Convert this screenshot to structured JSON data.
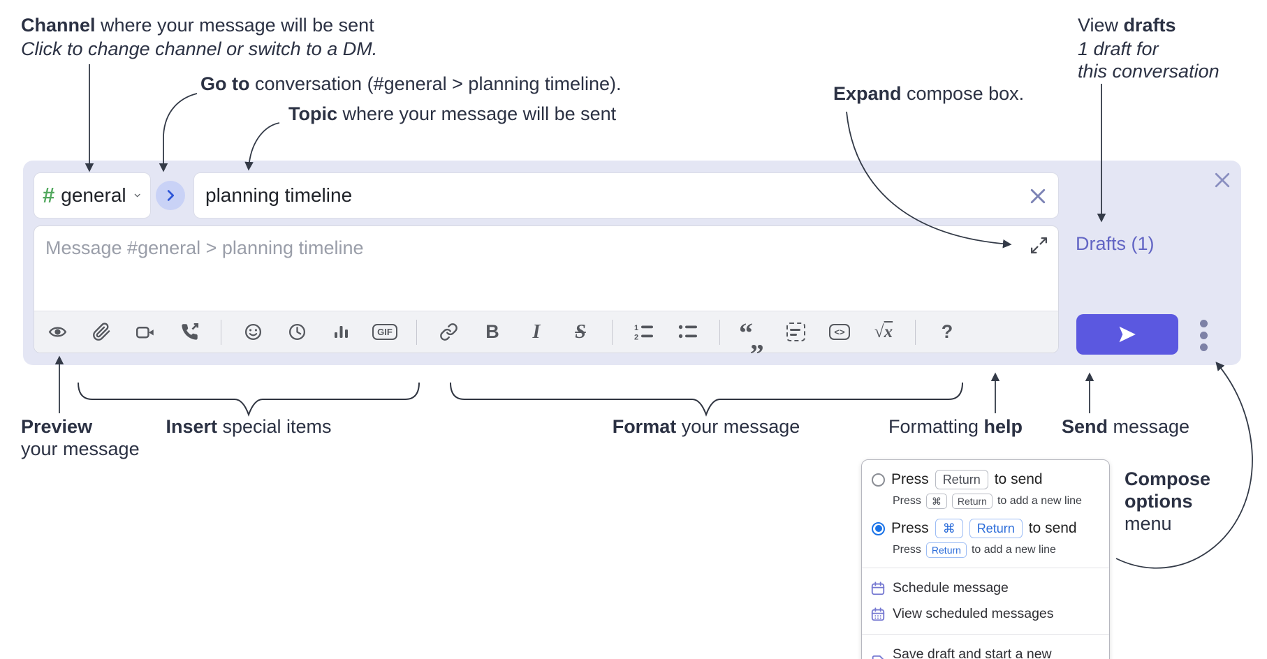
{
  "colors": {
    "compose_bg": "#e4e6f4",
    "send_button": "#5b58e0",
    "drafts_link": "#6265c4",
    "channel_hash_green": "#52a85e",
    "goto_circle_bg": "#c9d2f6",
    "goto_chevron_blue": "#2e56d8",
    "radio_selected_blue": "#1a73e8",
    "kbd_blue": "#2b6cd9",
    "menu_icon_purple": "#7578d1",
    "toolbar_icon_gray": "#55585e",
    "annotation_text": "#2b3143"
  },
  "annotations": {
    "channel": {
      "bold": "Channel",
      "rest": " where your message will be sent",
      "line2": "Click to change channel or switch to a DM."
    },
    "goto": {
      "bold": "Go to",
      "rest": " conversation (#general > planning timeline)."
    },
    "topic": {
      "bold": "Topic",
      "rest": " where your message will be sent"
    },
    "expand": {
      "bold": "Expand",
      "rest": " compose box."
    },
    "view_drafts": {
      "pre": "View ",
      "bold": "drafts",
      "line2": "1 draft for",
      "line3": "this conversation"
    },
    "preview": {
      "bold": "Preview",
      "line2": "your message"
    },
    "insert": {
      "bold": "Insert",
      "rest": " special items"
    },
    "format": {
      "bold": "Format",
      "rest": " your message"
    },
    "help": {
      "pre": "Formatting ",
      "bold": "help"
    },
    "send": {
      "bold": "Send",
      "rest": " message"
    },
    "compose_menu": {
      "line1": "Compose",
      "line2": "options",
      "line3": "menu"
    }
  },
  "compose": {
    "channel_hash": "#",
    "channel_name": "general",
    "topic_value": "planning timeline",
    "message_placeholder": "Message #general > planning timeline",
    "drafts_link": "Drafts (1)"
  },
  "toolbar": {
    "gif": "GIF",
    "bold": "B",
    "italic": "I",
    "strike": "S",
    "code": "<>",
    "math_radical": "√",
    "math_x": "x",
    "help": "?",
    "quote_open": "“",
    "quote_close": "„",
    "ol_1": "1",
    "ol_2": "2"
  },
  "popup": {
    "option1": {
      "pre": "Press",
      "key": "Return",
      "post": "to send",
      "sub_pre": "Press",
      "sub_key1": "⌘",
      "sub_key2": "Return",
      "sub_post": "to add a new line"
    },
    "option2": {
      "pre": "Press",
      "key1": "⌘",
      "key2": "Return",
      "post": "to send",
      "sub_pre": "Press",
      "sub_key": "Return",
      "sub_post": "to add a new line"
    },
    "items": [
      "Schedule message",
      "View scheduled messages",
      "Save draft and start a new message"
    ]
  }
}
